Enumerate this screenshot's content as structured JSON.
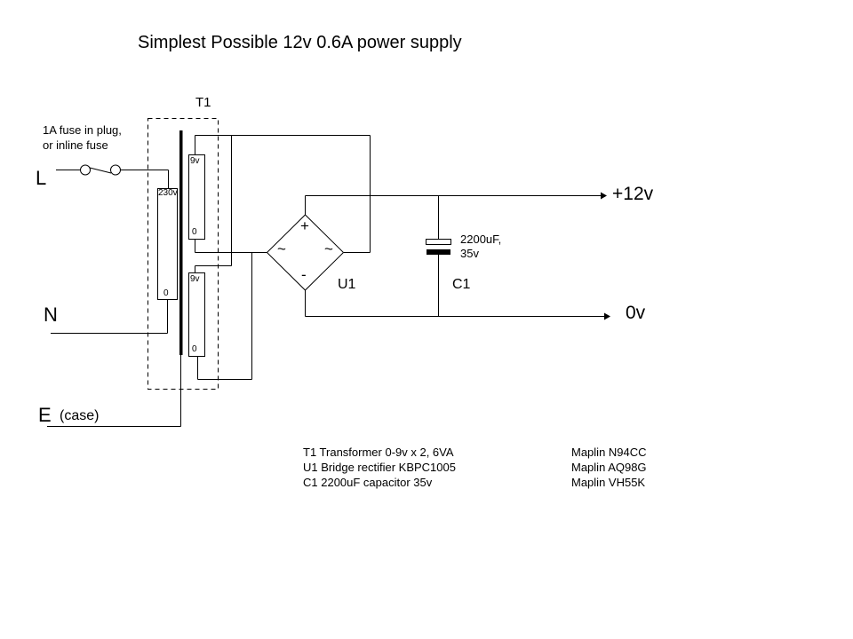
{
  "title": "Simplest Possible 12v 0.6A power supply",
  "transformer": {
    "ref": "T1",
    "primary_top": "230v",
    "primary_bottom": "0",
    "secondary1_top": "9v",
    "secondary1_bottom": "0",
    "secondary2_top": "9v",
    "secondary2_bottom": "0"
  },
  "fuse_note": [
    "1A fuse in plug,",
    "or inline fuse"
  ],
  "inputs": {
    "live": "L",
    "neutral": "N",
    "earth": "E",
    "earth_note": "(case)"
  },
  "bridge": {
    "ref": "U1",
    "plus": "+",
    "minus": "-",
    "ac1": "~",
    "ac2": "~"
  },
  "capacitor": {
    "ref": "C1",
    "value_lines": [
      "2200uF,",
      "35v"
    ]
  },
  "outputs": {
    "positive": "+12v",
    "ground": "0v"
  },
  "parts_list": [
    {
      "description": "T1 Transformer 0-9v x 2, 6VA",
      "supplier": "Maplin N94CC"
    },
    {
      "description": "U1 Bridge rectifier KBPC1005",
      "supplier": "Maplin AQ98G"
    },
    {
      "description": "C1 2200uF capacitor 35v",
      "supplier": "Maplin VH55K"
    }
  ]
}
